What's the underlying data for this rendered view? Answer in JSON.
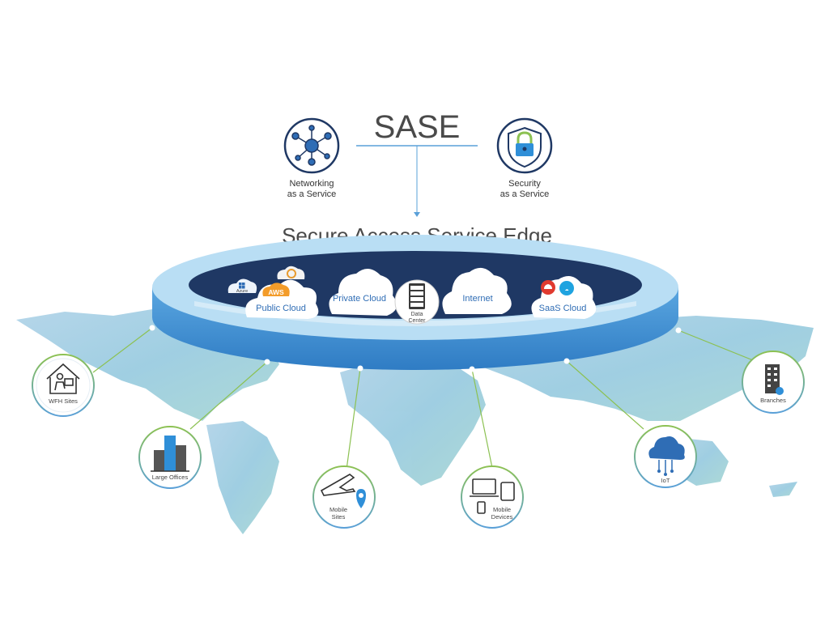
{
  "header": {
    "title": "SASE",
    "subtitle": "Secure Access Service Edge",
    "networking": {
      "line1": "Networking",
      "line2": "as a Service",
      "icon": "network-hub-icon"
    },
    "security": {
      "line1": "Security",
      "line2": "as a Service",
      "icon": "shield-lock-icon"
    }
  },
  "ring": {
    "clouds": [
      {
        "id": "public",
        "label": "Public Cloud",
        "badges": [
          "AWS",
          "Azure"
        ]
      },
      {
        "id": "private",
        "label": "Private Cloud"
      },
      {
        "id": "internet",
        "label": "Internet"
      },
      {
        "id": "saas",
        "label": "SaaS Cloud"
      }
    ],
    "data_center": {
      "line1": "Data",
      "line2": "Center"
    }
  },
  "nodes": [
    {
      "id": "wfh",
      "label": "WFH Sites",
      "icon": "home-worker-icon"
    },
    {
      "id": "large-offices",
      "label": "Large Offices",
      "icon": "office-buildings-icon"
    },
    {
      "id": "mobile-sites",
      "line1": "Mobile",
      "line2": "Sites",
      "icon": "airplane-icon"
    },
    {
      "id": "mobile-devices",
      "line1": "Mobile",
      "line2": "Devices",
      "icon": "devices-icon"
    },
    {
      "id": "iot",
      "label": "IoT",
      "icon": "iot-cloud-icon"
    },
    {
      "id": "branches",
      "label": "Branches",
      "icon": "branch-building-icon"
    }
  ],
  "colors": {
    "ring_top": "#b9def4",
    "ring_side": "#3d8fd1",
    "ring_inner": "#1f3864",
    "node_border_green": "#8cc152",
    "node_border_blue": "#5aa0d8",
    "accent_blue": "#2f6db5"
  }
}
